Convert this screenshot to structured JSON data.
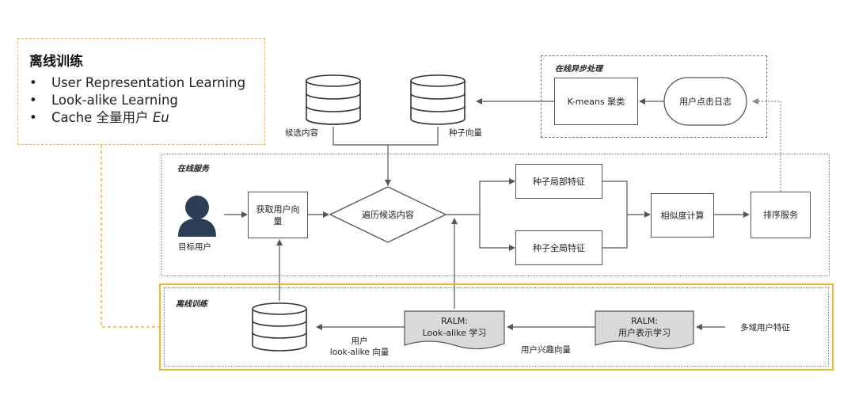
{
  "legend": {
    "title": "离线训练",
    "items": [
      "User Representation Learning",
      "Look-alike Learning",
      "Cache 全量用户 "
    ],
    "item3_italic": "Eu"
  },
  "regions": {
    "async": "在线异步处理",
    "online": "在线服务",
    "offline": "离线训练"
  },
  "nodes": {
    "kmeans": "K-means 聚类",
    "click_log": "用户点击日志",
    "get_vector": "获取用户向\n量",
    "traverse": "遍历候选内容",
    "seed_local": "种子局部特征",
    "seed_global": "种子全局特征",
    "similarity": "相似度计算",
    "rank": "排序服务",
    "ralm_lookalike": "RALM:\nLook-alike 学习",
    "ralm_user": "RALM:\n用户表示学习"
  },
  "labels": {
    "candidate": "候选内容",
    "seed_vector": "种子向量",
    "target_user": "目标用户",
    "user_lookalike_vec": "用户\nlook-alike 向量",
    "interest_vec": "用户兴趣向量",
    "multi_domain": "多域用户特征"
  },
  "colors": {
    "accent": "#f2b72c",
    "box_gray": "#d9d9d9",
    "user_icon": "#2c3e55",
    "line": "#555555"
  }
}
